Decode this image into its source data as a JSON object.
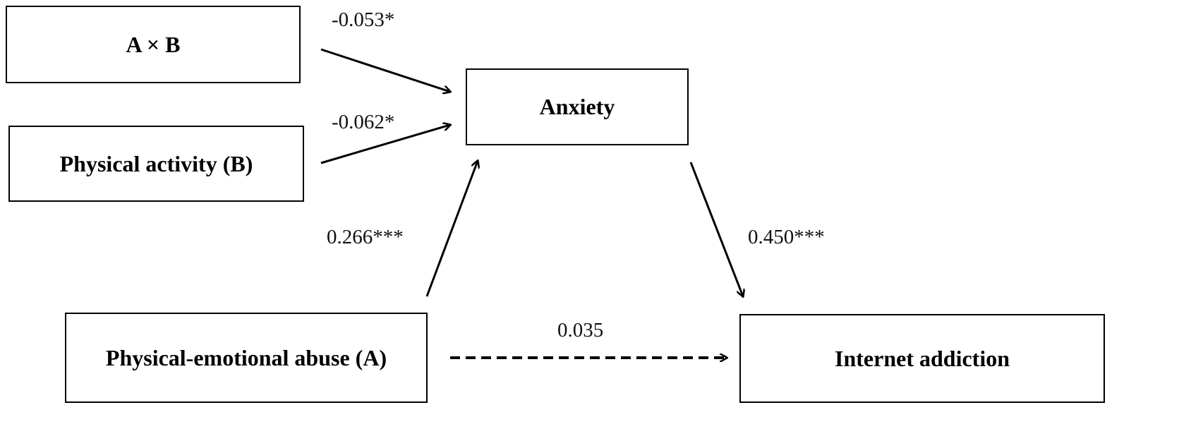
{
  "nodes": {
    "interaction": "A × B",
    "physical_activity": "Physical activity (B)",
    "anxiety": "Anxiety",
    "abuse": "Physical-emotional abuse (A)",
    "internet_addiction": "Internet addiction"
  },
  "paths": {
    "interaction_to_anxiety": "-0.053*",
    "activity_to_anxiety": "-0.062*",
    "abuse_to_anxiety": "0.266***",
    "anxiety_to_addiction": "0.450***",
    "abuse_to_addiction": "0.035"
  }
}
